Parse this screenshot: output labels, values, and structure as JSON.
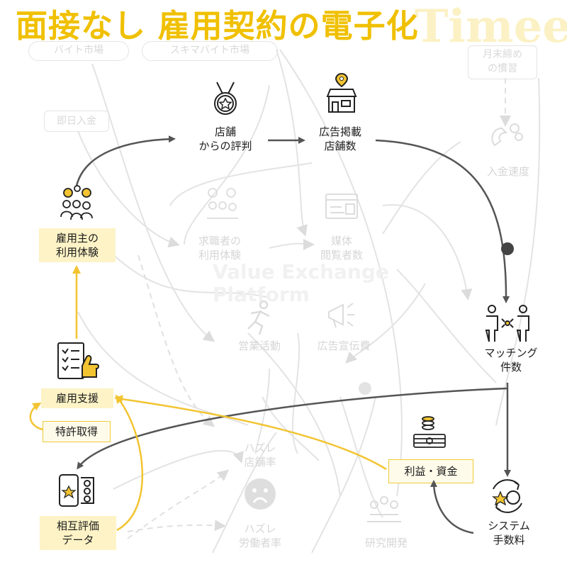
{
  "title": "面接なし 雇用契約の電子化",
  "watermark": "Timee",
  "center_watermark": [
    "Value Exchange",
    "Platform"
  ],
  "colors": {
    "accent": "#f0c000",
    "arrow_dark": "#555555",
    "arrow_yellow": "#f2c431",
    "ghost": "#d9d9d9",
    "highlight": "#fdf3c6"
  },
  "nodes": {
    "baito_market": "バイト市場",
    "sukima_market": "スキマバイト市場",
    "monthly_closing": [
      "月末締め",
      "の慣習"
    ],
    "same_day_pay": "即日入金",
    "store_reviews": [
      "店舗",
      "からの評判"
    ],
    "ad_stores": [
      "広告掲載",
      "店舗数"
    ],
    "deposit_speed": "入金速度",
    "employer_experience": [
      "雇用主の",
      "利用体験"
    ],
    "jobseeker_experience": [
      "求職者の",
      "利用体験"
    ],
    "media_viewers": [
      "媒体",
      "閲覧者数"
    ],
    "sales_activity": "営業活動",
    "ad_costs": "広告宣伝費",
    "matching_count": [
      "マッチング",
      "件数"
    ],
    "employment_support": "雇用支援",
    "patent": "特許取得",
    "miss_store_rate": [
      "ハズレ",
      "店舗率"
    ],
    "profit_funds": "利益・資金",
    "mutual_review_data": [
      "相互評価",
      "データ"
    ],
    "miss_worker_rate": [
      "ハズレ",
      "労働者率"
    ],
    "rnd": "研究開発",
    "system_fee": [
      "システム",
      "手数料"
    ]
  },
  "icons": {
    "medal": "medal-icon",
    "store": "store-icon",
    "magnet": "magnet-coin-icon",
    "employer_people": "employer-feedback-icon",
    "seeker_people": "seeker-feedback-icon",
    "job_board": "job-board-icon",
    "runner": "runner-icon",
    "megaphone": "megaphone-icon",
    "handshake": "matching-people-icon",
    "checklist": "checklist-thumb-icon",
    "money": "money-stack-icon",
    "sad_face": "sad-face-icon",
    "rating_phone": "rating-phone-icon",
    "team": "team-icon",
    "fee_cycle": "fee-cycle-icon"
  }
}
